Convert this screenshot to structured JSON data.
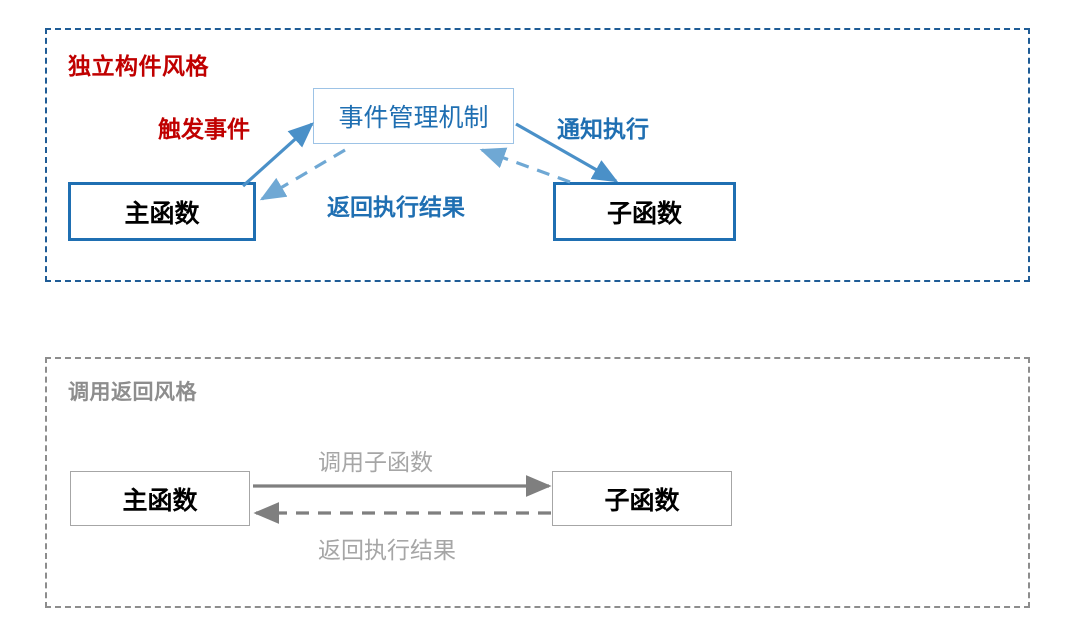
{
  "diagram": {
    "title_component_style": "独立构件风格",
    "title_call_return_style": "调用返回风格",
    "panels": [
      {
        "name": "component-style",
        "title": "独立构件风格",
        "border_color": "#1f5c96",
        "title_color": "#c00000",
        "nodes": [
          {
            "id": "main-top",
            "label": "主函数",
            "border_color": "#1f6fb2",
            "text_color": "#000000"
          },
          {
            "id": "event-manager",
            "label": "事件管理机制",
            "border_color": "#9dc3e6",
            "text_color": "#1f6fb2"
          },
          {
            "id": "sub-top",
            "label": "子函数",
            "border_color": "#1f6fb2",
            "text_color": "#000000"
          }
        ],
        "edges": [
          {
            "id": "trigger-event",
            "label": "触发事件",
            "from": "main-top",
            "to": "event-manager",
            "style": "solid",
            "color": "#4a90c8",
            "label_color": "#c00000"
          },
          {
            "id": "notify-execute",
            "label": "通知执行",
            "from": "event-manager",
            "to": "sub-top",
            "style": "solid",
            "color": "#4a90c8",
            "label_color": "#1f6fb2"
          },
          {
            "id": "return-result-top",
            "label": "返回执行结果",
            "from": "sub-top",
            "to": "main-top",
            "style": "dashed",
            "color": "#6fa8d4",
            "label_color": "#1f6fb2"
          }
        ]
      },
      {
        "name": "call-return-style",
        "title": "调用返回风格",
        "border_color": "#8d8d8d",
        "title_color": "#8d8d8d",
        "nodes": [
          {
            "id": "main-bottom",
            "label": "主函数",
            "border_color": "#a6a6a6",
            "text_color": "#000000"
          },
          {
            "id": "sub-bottom",
            "label": "子函数",
            "border_color": "#a6a6a6",
            "text_color": "#000000"
          }
        ],
        "edges": [
          {
            "id": "call-subfunction",
            "label": "调用子函数",
            "from": "main-bottom",
            "to": "sub-bottom",
            "style": "solid",
            "color": "#7f7f7f",
            "label_color": "#a6a6a6"
          },
          {
            "id": "return-result-bottom",
            "label": "返回执行结果",
            "from": "sub-bottom",
            "to": "main-bottom",
            "style": "dashed",
            "color": "#7f7f7f",
            "label_color": "#a6a6a6"
          }
        ]
      }
    ]
  }
}
